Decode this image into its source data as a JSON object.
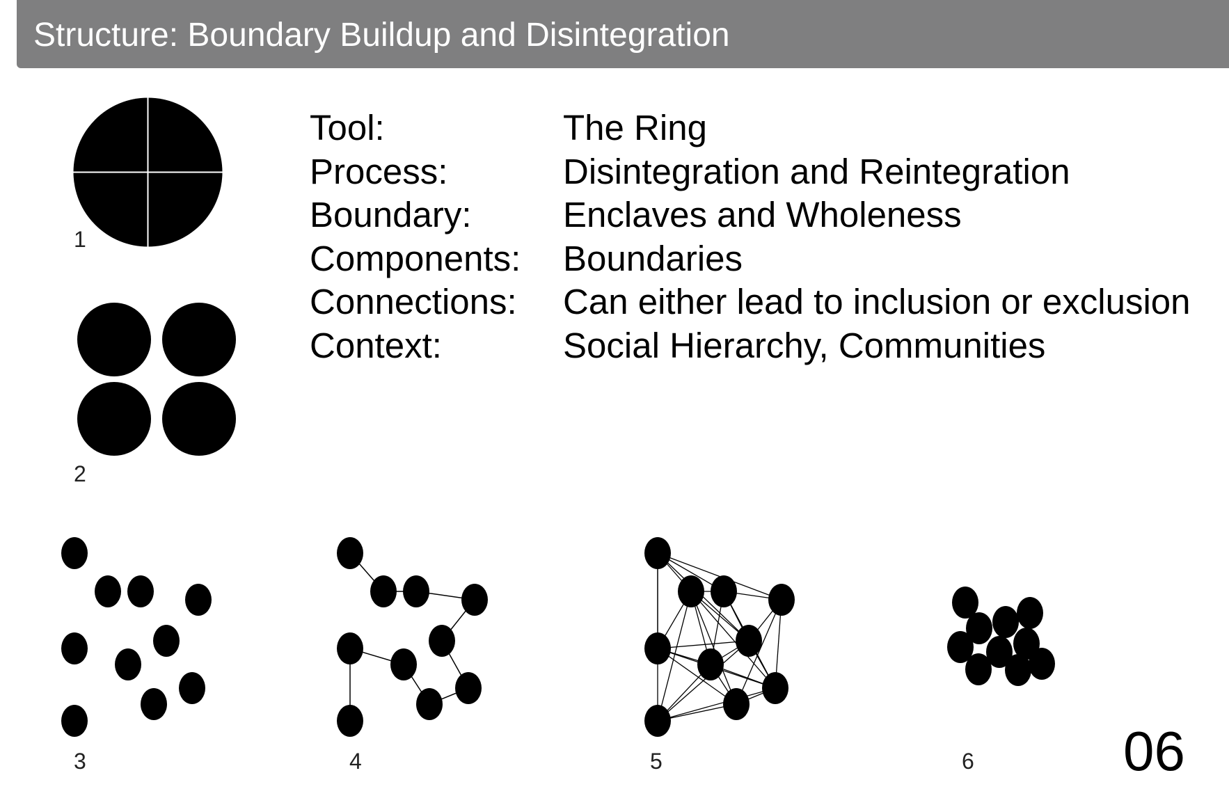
{
  "header": {
    "title": "Structure: Boundary Buildup and Disintegration"
  },
  "info": [
    {
      "label": "Tool:",
      "value": "The Ring"
    },
    {
      "label": "Process:",
      "value": "Disintegration and Reintegration"
    },
    {
      "label": "Boundary:",
      "value": "Enclaves and Wholeness"
    },
    {
      "label": "Components:",
      "value": "Boundaries"
    },
    {
      "label": "Connections:",
      "value": "Can either lead to inclusion or exclusion"
    },
    {
      "label": "Context:",
      "value": "Social Hierarchy, Communities"
    }
  ],
  "figures": [
    "1",
    "2",
    "3",
    "4",
    "5",
    "6"
  ],
  "page_number": "06",
  "colors": {
    "header_bg": "#7f7f80",
    "header_text": "#ffffff",
    "shape_fill": "#000000",
    "divider": "#ffffff"
  }
}
